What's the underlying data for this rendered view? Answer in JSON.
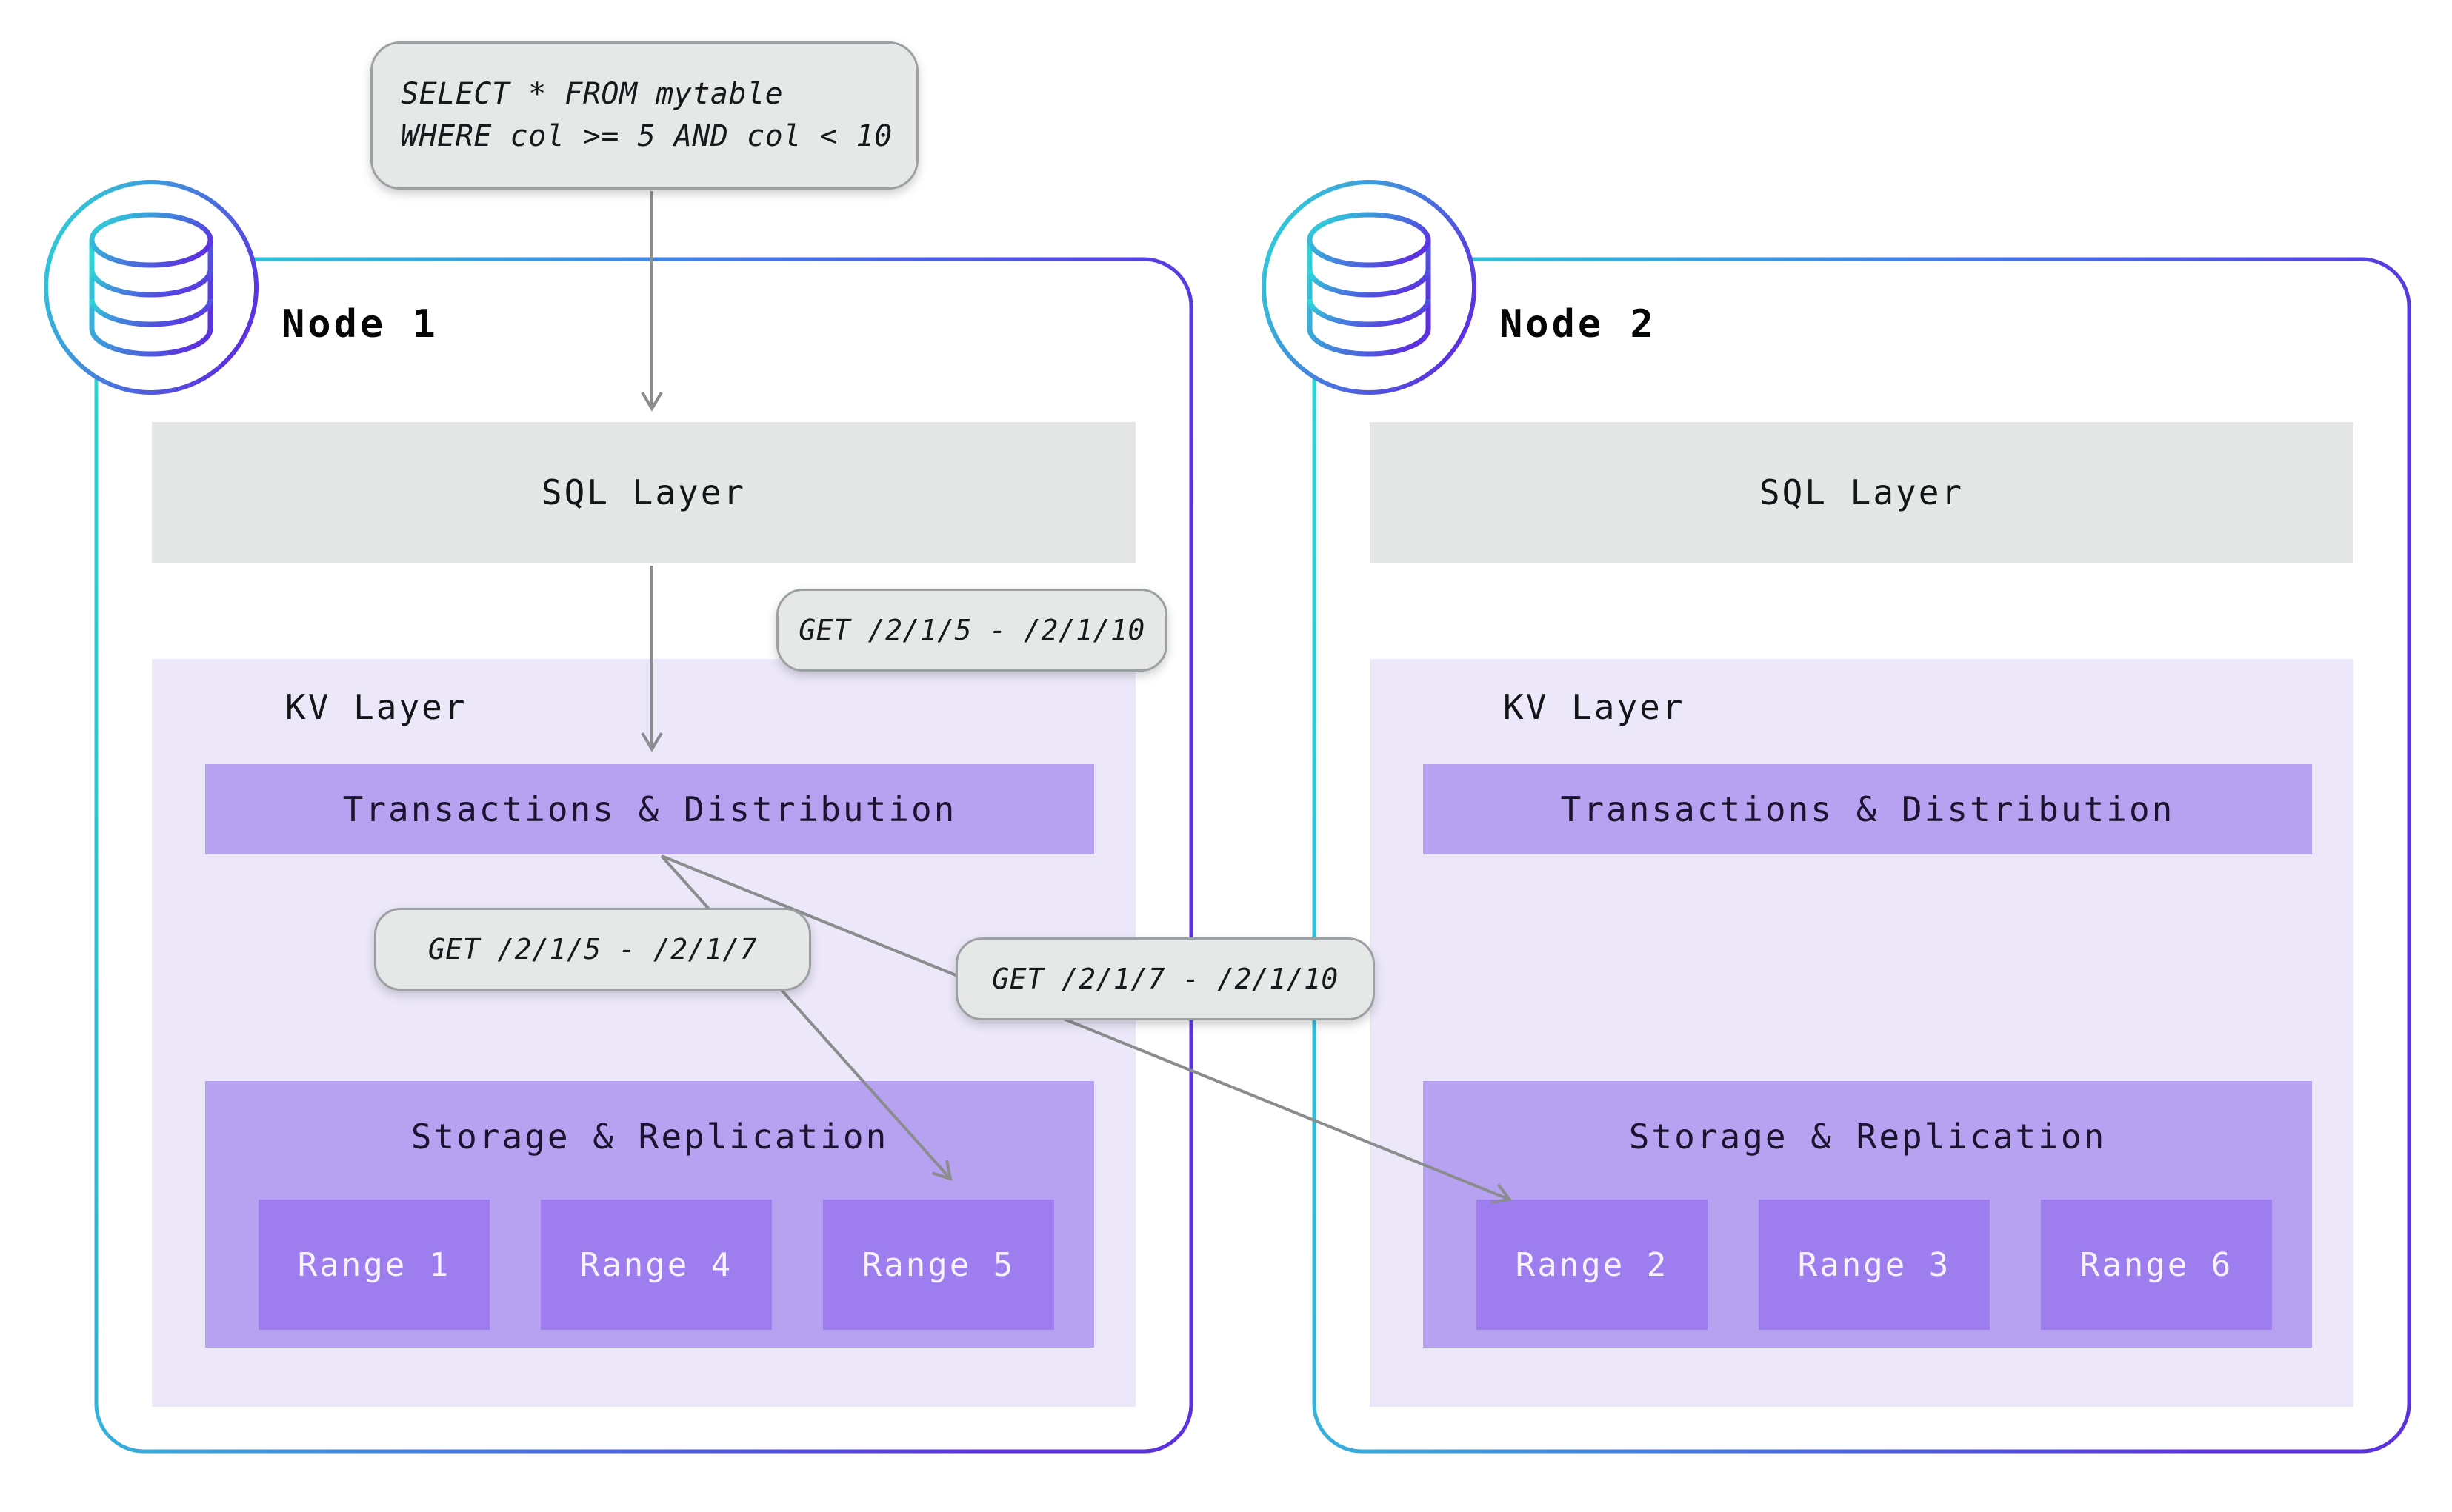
{
  "query_box": {
    "line1": "SELECT * FROM mytable",
    "line2": "WHERE col >= 5 AND col < 10"
  },
  "get_labels": {
    "full_range": "GET /2/1/5 - /2/1/10",
    "left_split": "GET /2/1/5 - /2/1/7",
    "right_split": "GET /2/1/7 - /2/1/10"
  },
  "nodes": [
    {
      "title": "Node 1",
      "sql_layer": "SQL Layer",
      "kv_layer": "KV Layer",
      "transactions": "Transactions & Distribution",
      "storage": "Storage & Replication",
      "ranges": [
        "Range 1",
        "Range 4",
        "Range 5"
      ]
    },
    {
      "title": "Node 2",
      "sql_layer": "SQL Layer",
      "kv_layer": "KV Layer",
      "transactions": "Transactions & Distribution",
      "storage": "Storage & Replication",
      "ranges": [
        "Range 2",
        "Range 3",
        "Range 6"
      ]
    }
  ],
  "icons": [
    {
      "name": "database-icon",
      "meaning": "database node"
    }
  ],
  "colors": {
    "node_border_teal": "#27DAD2",
    "node_border_violet": "#5B31E1",
    "kv_lavender": "#ECE8F9",
    "layer_purple": "#B7A1F1",
    "range_purple": "#9E7EEF",
    "gray_box": "#E6E8E7",
    "gray_border": "#9BA0A3",
    "arrow_gray": "#8A8C8E"
  }
}
